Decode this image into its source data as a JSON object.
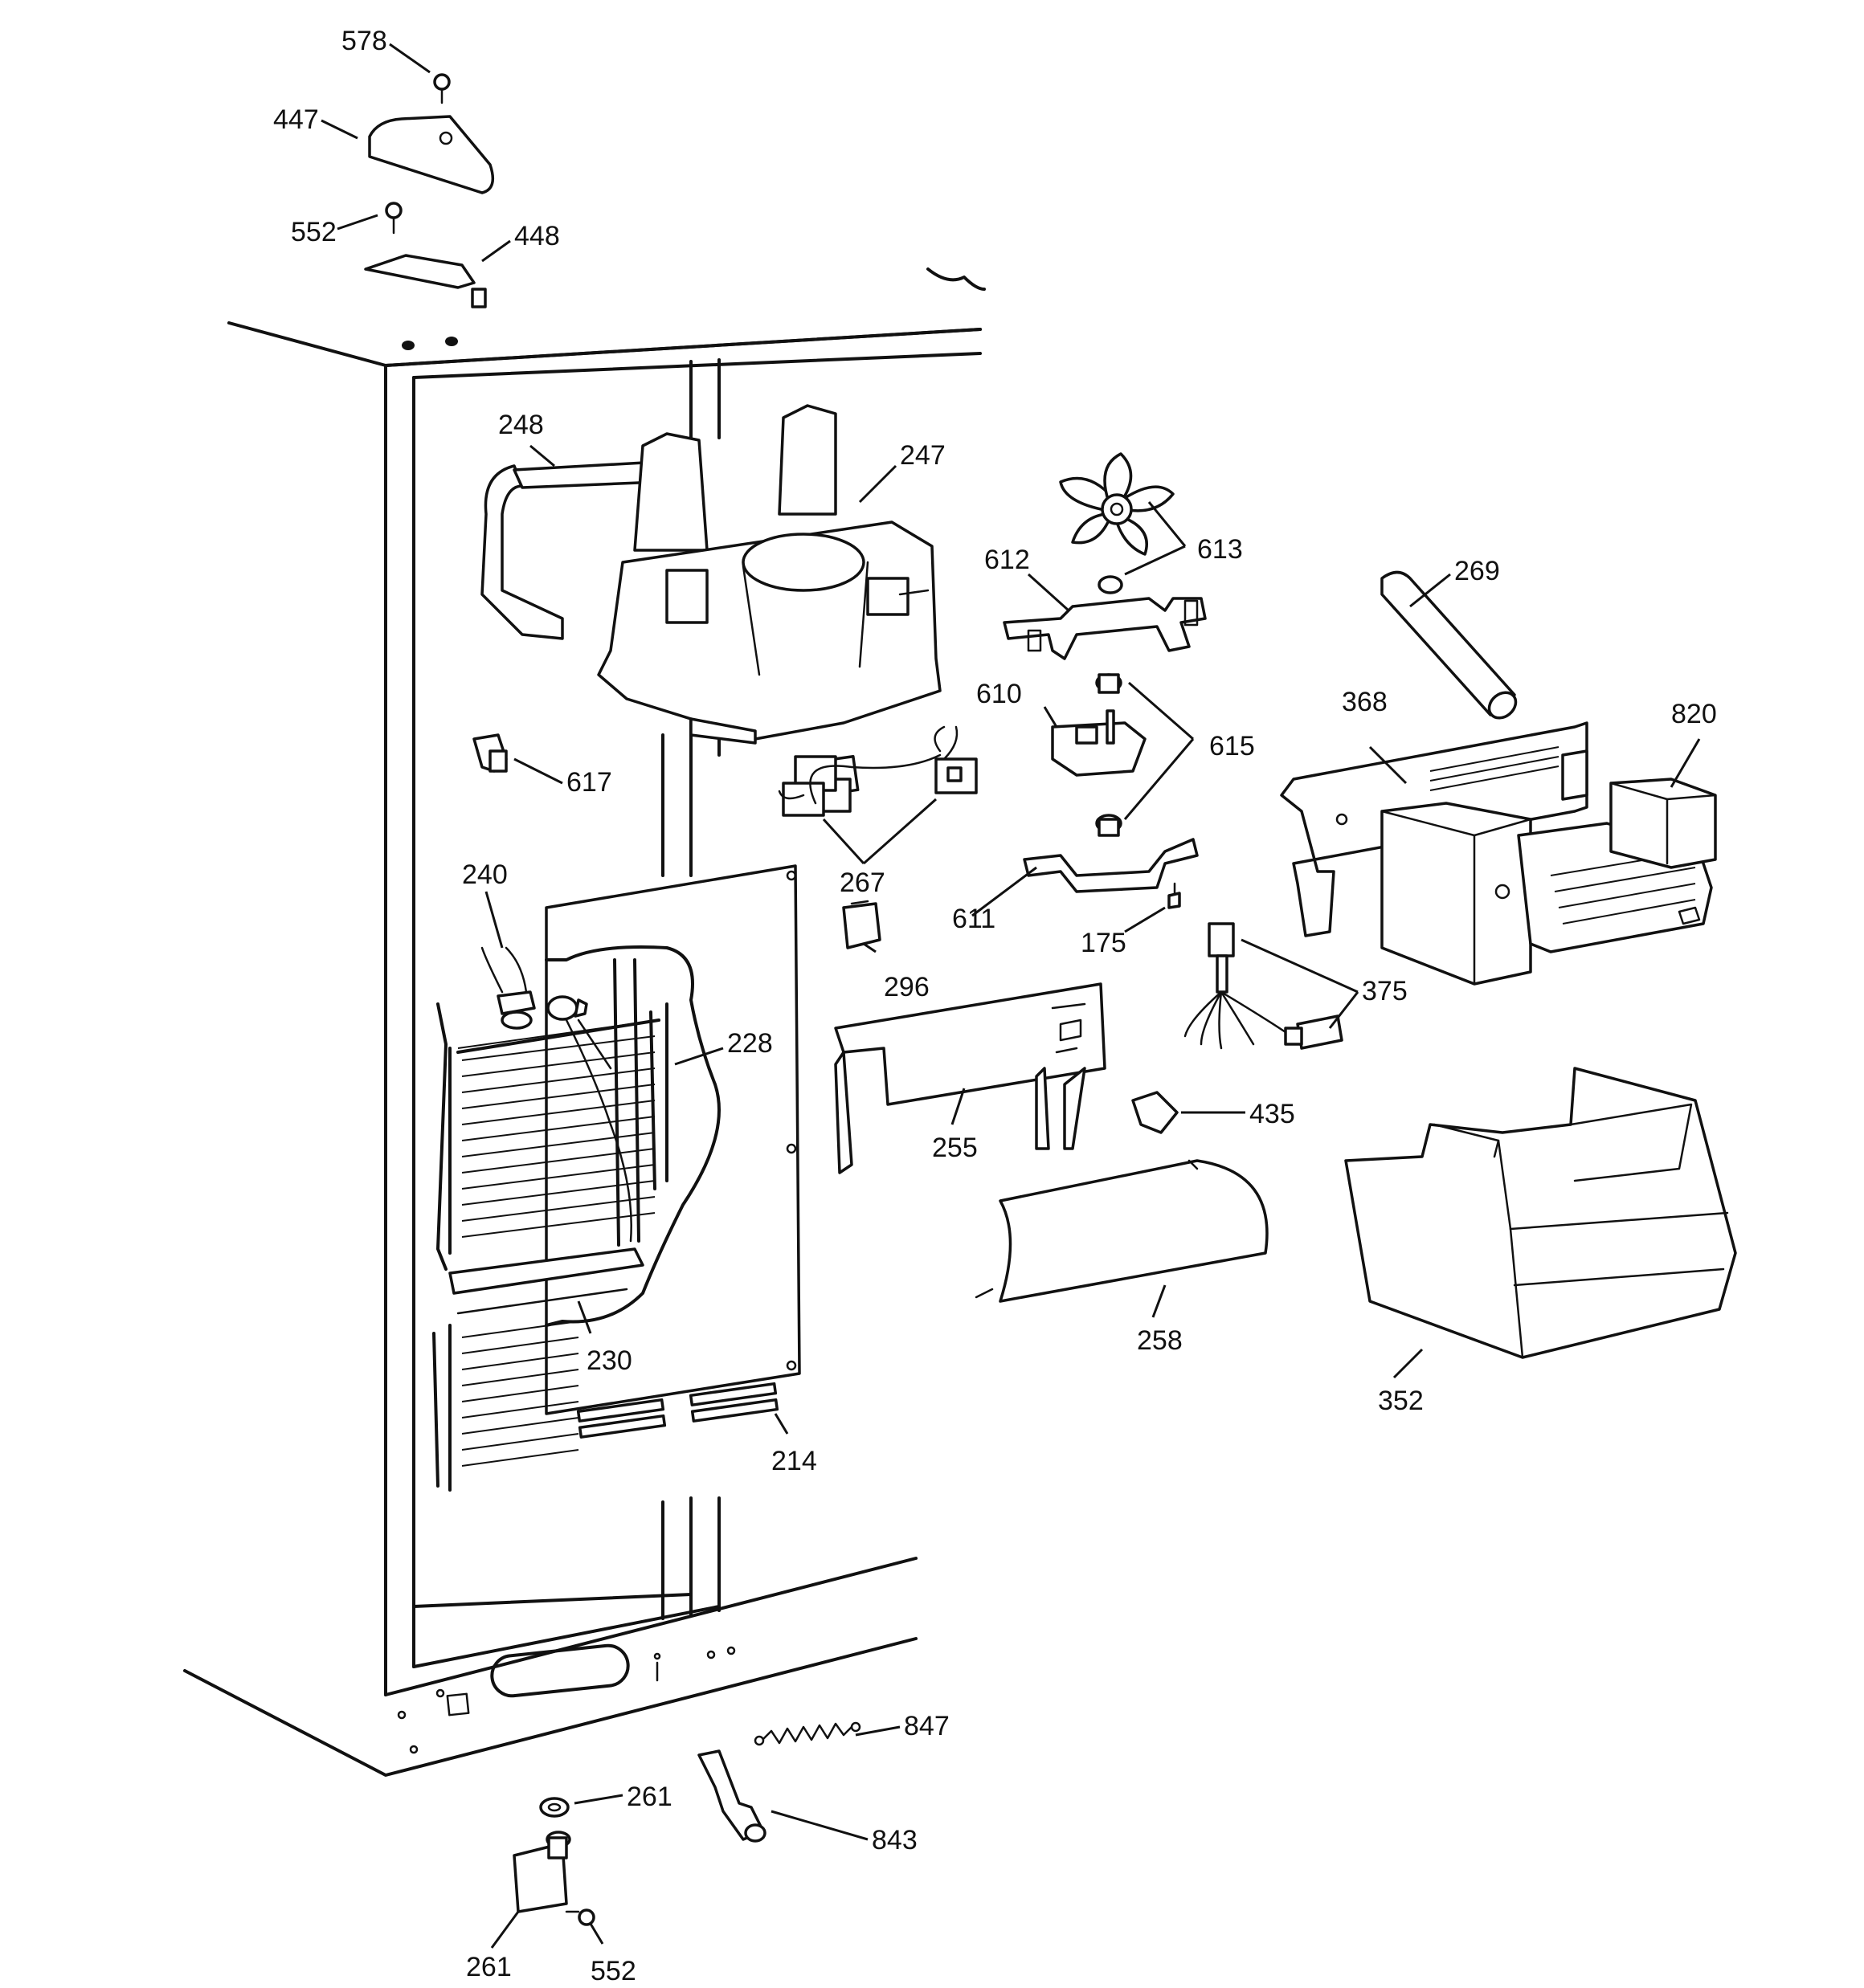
{
  "colors": {
    "line": "#111111",
    "background": "#ffffff"
  },
  "labels": {
    "p578": "578",
    "p447": "447",
    "p552a": "552",
    "p448": "448",
    "p248": "248",
    "p247": "247",
    "p613": "613",
    "p612": "612",
    "p269": "269",
    "p610": "610",
    "p615": "615",
    "p368": "368",
    "p820": "820",
    "p617": "617",
    "p267": "267",
    "p240": "240",
    "p611": "611",
    "p175": "175",
    "p296": "296",
    "p375": "375",
    "p228": "228",
    "p255": "255",
    "p435": "435",
    "p258": "258",
    "p230": "230",
    "p352": "352",
    "p214": "214",
    "p847": "847",
    "p261a": "261",
    "p843": "843",
    "p261b": "261",
    "p552b": "552"
  }
}
